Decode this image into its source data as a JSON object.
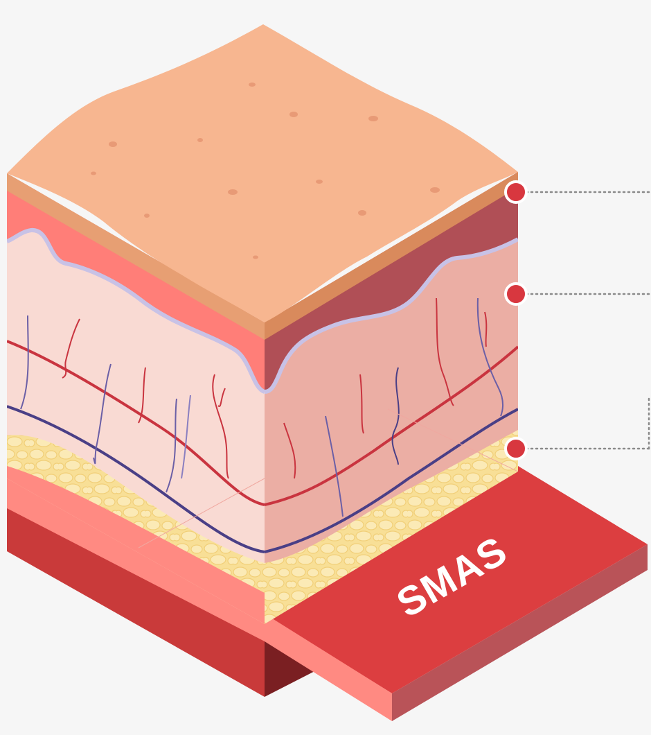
{
  "diagram": {
    "smas_label": "SMAS",
    "colors": {
      "background": "#f6f6f6",
      "skin_top": "#f7b690",
      "skin_edge": "#e79f73",
      "skin_edge_dark": "#d98a5c",
      "epidermis_front": "#ff7e78",
      "epidermis_side": "#b04f56",
      "dermis_front": "#f9dad3",
      "dermis_side": "#ebaea4",
      "membrane": "#c8c2e6",
      "artery": "#c9343f",
      "vein": "#4a3f86",
      "fat": "#f8df96",
      "fat_cell": "#fbeab6",
      "smas_front": "#ff8a82",
      "smas_top": "#dc3e40",
      "smas_side": "#b95358",
      "base_front": "#c93a3a",
      "base_side": "#7a1f22",
      "marker": "#d8373f",
      "leader_line": "#8a8a8a"
    },
    "markers": [
      {
        "name": "skin-surface-marker"
      },
      {
        "name": "dermis-marker"
      },
      {
        "name": "fat-layer-marker"
      }
    ]
  }
}
